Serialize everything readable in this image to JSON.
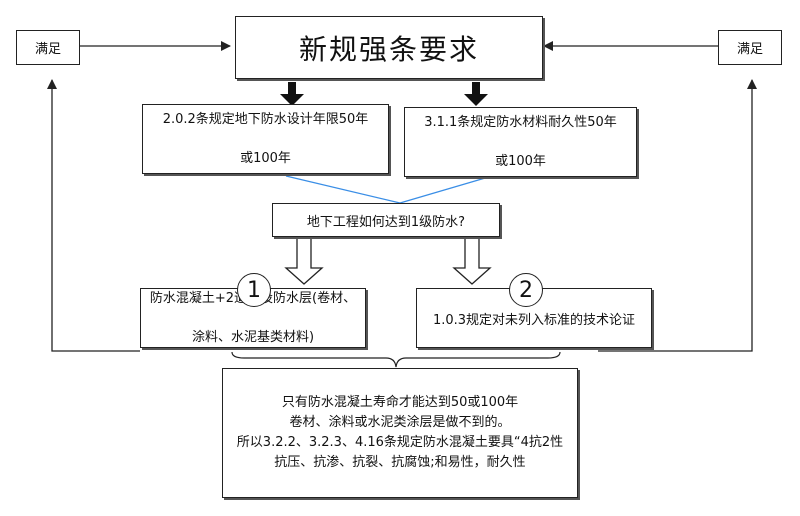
{
  "title_box": {
    "text": "新规强条要求"
  },
  "satisfy_left": {
    "text": "满足"
  },
  "satisfy_right": {
    "text": "满足"
  },
  "req_left": {
    "line1": "2.0.2条规定地下防水设计年限50年",
    "line2": "或100年"
  },
  "req_right": {
    "line1": "3.1.1条规定防水材料耐久性50年",
    "line2": "或100年"
  },
  "question": {
    "text": "地下工程如何达到1级防水?"
  },
  "option1": {
    "marker": "1",
    "line1": "防水混凝土+2道外设防水层(卷材、",
    "line2": "涂料、水泥基类材料)"
  },
  "option2": {
    "marker": "2",
    "text": "1.0.3规定对未列入标准的技术论证"
  },
  "conclusion": {
    "line1": "只有防水混凝土寿命才能达到50或100年",
    "line2": "卷材、涂料或水泥类涂层是做不到的。",
    "line3": "所以3.2.2、3.2.3、4.16条规定防水混凝土要具“4抗2性",
    "line4": "抗压、抗渗、抗裂、抗腐蚀;和易性，耐久性"
  },
  "colors": {
    "connector_blue": "#3a8ee6",
    "border": "#222222"
  }
}
